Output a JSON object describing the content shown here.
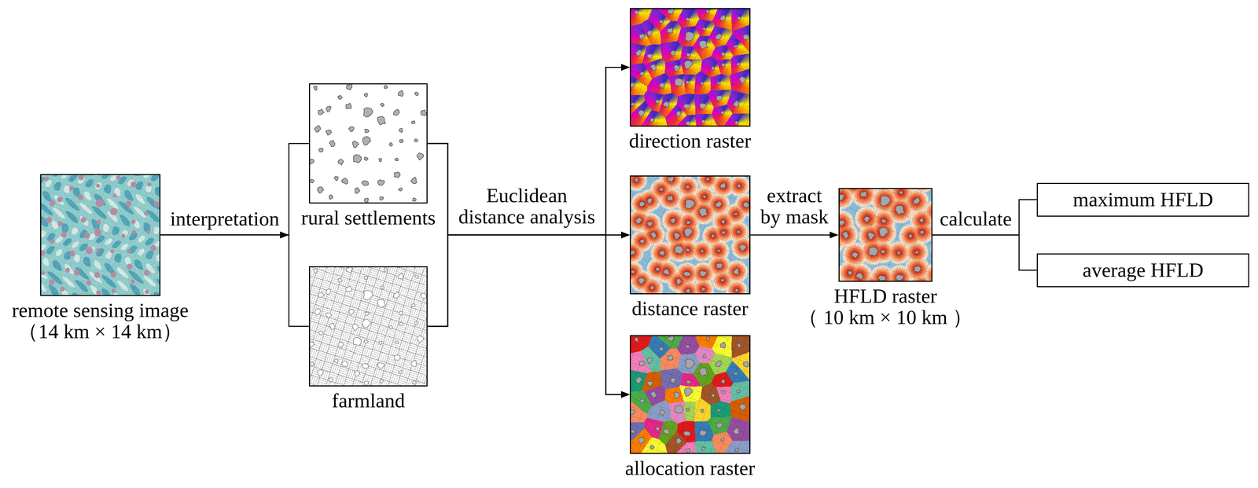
{
  "diagram": {
    "nodes": [
      {
        "text": [
          "remote sensing image",
          "（14 km × 14 km）"
        ]
      },
      {
        "text": [
          "rural settlements"
        ]
      },
      {
        "text": [
          "farmland"
        ]
      },
      {
        "text": [
          "direction raster"
        ]
      },
      {
        "text": [
          "distance raster"
        ]
      },
      {
        "text": [
          "allocation raster"
        ]
      },
      {
        "text": [
          "HFLD raster",
          "（ 10 km × 10 km ）"
        ]
      },
      {
        "text": [
          "maximum HFLD"
        ]
      },
      {
        "text": [
          "average HFLD"
        ]
      }
    ],
    "edges": [
      {
        "from": 0,
        "to": 1,
        "arrow": "to",
        "label": "interpretation"
      },
      {
        "from": 0,
        "to": 2,
        "arrow": "to"
      },
      {
        "from": 1,
        "to": 3,
        "arrow": "to",
        "label": "Euclidean distance analysis"
      },
      {
        "from": 1,
        "to": 4,
        "arrow": "to"
      },
      {
        "from": 1,
        "to": 5,
        "arrow": "to"
      },
      {
        "from": 2,
        "to": 3,
        "arrow": "to"
      },
      {
        "from": 2,
        "to": 4,
        "arrow": "to"
      },
      {
        "from": 2,
        "to": 5,
        "arrow": "to"
      },
      {
        "from": 4,
        "to": 6,
        "arrow": "to",
        "label": "extract by mask"
      },
      {
        "from": 6,
        "to": 7,
        "arrow": "none",
        "label": "calculate"
      },
      {
        "from": 6,
        "to": 8,
        "arrow": "none"
      }
    ]
  }
}
